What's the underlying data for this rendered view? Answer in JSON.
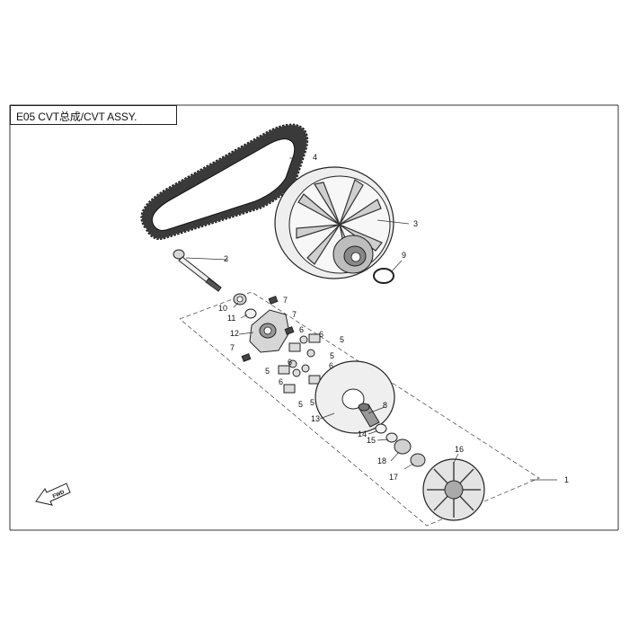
{
  "title": "E05 CVT总成/CVT ASSY.",
  "fwd_label": "FWD",
  "callouts": [
    {
      "label": "1"
    },
    {
      "label": "2"
    },
    {
      "label": "3"
    },
    {
      "label": "4"
    },
    {
      "label": "5"
    },
    {
      "label": "5"
    },
    {
      "label": "5"
    },
    {
      "label": "5"
    },
    {
      "label": "5"
    },
    {
      "label": "6"
    },
    {
      "label": "6"
    },
    {
      "label": "6"
    },
    {
      "label": "6"
    },
    {
      "label": "6"
    },
    {
      "label": "7"
    },
    {
      "label": "7"
    },
    {
      "label": "7"
    },
    {
      "label": "8"
    },
    {
      "label": "9"
    },
    {
      "label": "10"
    },
    {
      "label": "11"
    },
    {
      "label": "12"
    },
    {
      "label": "13"
    },
    {
      "label": "14"
    },
    {
      "label": "15"
    },
    {
      "label": "16"
    },
    {
      "label": "17"
    },
    {
      "label": "18"
    }
  ],
  "colors": {
    "line": "#222222",
    "part_fill": "#e6e6e6",
    "dark": "#555555"
  }
}
